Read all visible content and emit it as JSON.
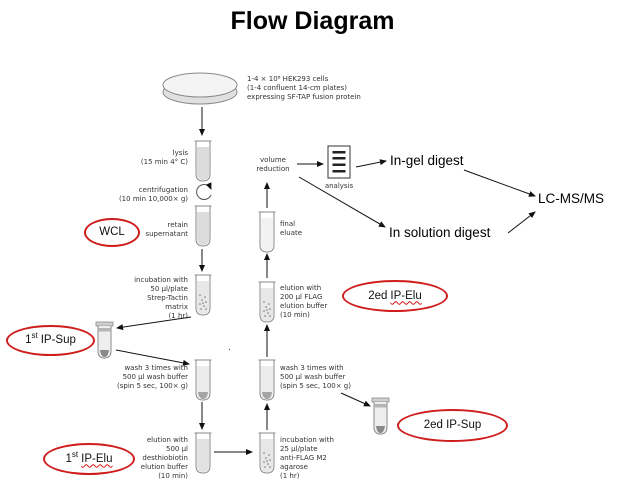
{
  "title": "Flow Diagram",
  "steps": {
    "cells": "1-4 × 10⁸ HEK293 cells\n(1-4 confluent 14-cm plates)\nexpressing SF-TAP fusion protein",
    "lysis": "lysis\n(15 min 4° C)",
    "centrifugation": "centrifugation\n(10 min 10,000× g)",
    "retain": "retain\nsupernatant",
    "strep_incubation": "incubation with\n50 µl/plate\nStrep-Tactin\nmatrix\n(1 hr)",
    "wash_left": "wash 3 times with\n500 µl wash buffer\n(spin 5 sec, 100× g)",
    "elution_left": "elution with\n500 µl\ndesthiobiotin\nelution buffer\n(10 min)",
    "flag_incubation": "incubation with\n25 µl/plate\nanti-FLAG M2\nagarose\n(1 hr)",
    "wash_mid": "wash 3 times with\n500 µl wash buffer\n(spin 5 sec, 100× g)",
    "flag_elution": "elution with\n200 µl FLAG\nelution buffer\n(10 min)",
    "final_eluate": "final\neluate",
    "volume_reduction": "volume\nreduction",
    "analysis": "analysis",
    "stray_mark": "."
  },
  "outputs": {
    "in_gel": "In-gel digest",
    "in_solution": "In solution digest",
    "lcms": "LC-MS/MS"
  },
  "ovals": {
    "wcl": "WCL",
    "ip_sup_1": {
      "num": "1",
      "sup": "st",
      "rest": "IP-Sup"
    },
    "ip_elu_1": {
      "num": "1",
      "sup": "st",
      "rest": "IP-Elu"
    },
    "ip_elu_2": {
      "prefix": "2ed",
      "rest": "IP-Elu"
    },
    "ip_sup_2": "2ed IP-Sup"
  },
  "colors": {
    "oval_red": "#cf1d1d",
    "line_black": "#111111"
  }
}
